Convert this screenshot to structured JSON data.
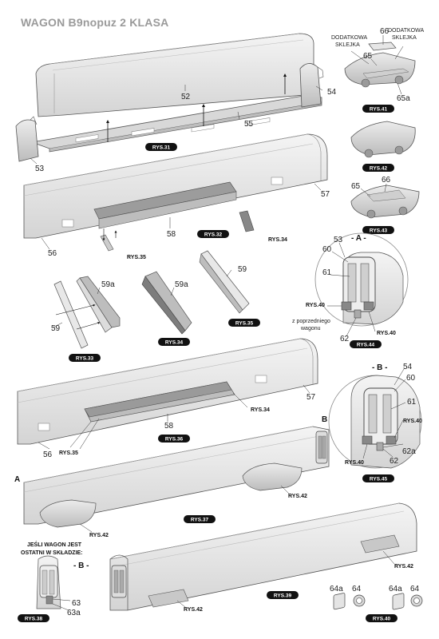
{
  "title": "WAGON B9nopuz 2 KLASA",
  "figures": {
    "rys31": "RYS.31",
    "rys32": "RYS.32",
    "rys33": "RYS.33",
    "rys34a": "RYS.34",
    "rys35a": "RYS.35",
    "rys34b": "RYS.34",
    "rys35b": "RYS.35",
    "rys34c": "RYS.34",
    "rys35c": "RYS.35",
    "rys36": "RYS.36",
    "rys37": "RYS.37",
    "rys38": "RYS.38",
    "rys39": "RYS.39",
    "rys40": "RYS.40",
    "rys41": "RYS.41",
    "rys42": "RYS.42",
    "rys43": "RYS.43",
    "rys44": "RYS.44",
    "rys45": "RYS.45",
    "rys40b": "RYS.40",
    "rys40c": "RYS.40",
    "rys34d": "RYS.34",
    "rys35d": "RYS.35",
    "rys42a": "RYS.42",
    "rys42b": "RYS.42",
    "rys42c": "RYS.42",
    "rys42d": "RYS.42",
    "rys40d": "RYS.40"
  },
  "parts": {
    "p52": "52",
    "p53": "53",
    "p54": "54",
    "p55": "55",
    "p56": "56",
    "p57": "57",
    "p58": "58",
    "p59": "59",
    "p59a": "59a",
    "p60": "60",
    "p61": "61",
    "p62": "62",
    "p62a": "62a",
    "p63": "63",
    "p63a": "63a",
    "p64": "64",
    "p64a": "64a",
    "p65": "65",
    "p65a": "65a",
    "p66": "66"
  },
  "labels": {
    "dodatkowa": "DODATKOWA",
    "sklejka": "SKLEJKA",
    "view_a": "- A -",
    "view_b": "- B -",
    "a": "A",
    "b": "B",
    "z_poprzedniego": "z poprzedniego",
    "wagonu": "wagonu",
    "jesli_wagon_jest": "JEŚLI WAGON JEST",
    "ostatni_w_skladzie": "OSTATNI W SKŁADZIE:"
  }
}
